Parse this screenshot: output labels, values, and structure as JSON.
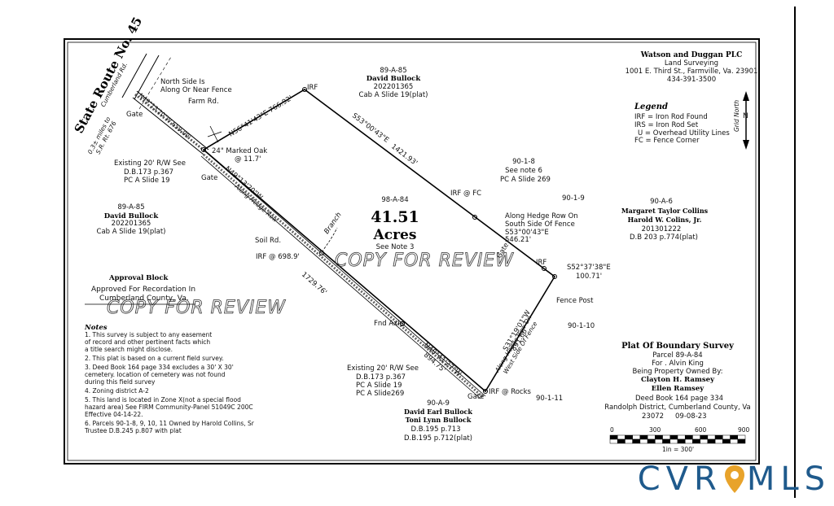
{
  "firm": {
    "name": "Watson and Duggan PLC",
    "line1": "Land Surveying",
    "line2": "1001 E. Third St., Farmville, Va. 23901",
    "phone": "434-391-3500"
  },
  "legend": {
    "title": "Legend",
    "items": [
      "IRF = Iron Rod Found",
      "IRS = Iron Rod Set",
      "U = Overhead Utility Lines",
      "FC = Fence Corner"
    ]
  },
  "north": {
    "label": "Grid North",
    "n": "N"
  },
  "parcel": {
    "acres": "41.51",
    "acres_label": "Acres",
    "id": "98-A-84",
    "note": "See Note 3"
  },
  "road": {
    "name": "State Route No. 45",
    "alias": "Cumberland Rd.",
    "dist": "0.3± miles to",
    "dist2": "S.R. Rt. 676"
  },
  "labels": {
    "north_side": "North Side Is",
    "north_side2": "Along Or Near Fence",
    "farm_rd": "Farm Rd.",
    "gate1": "Gate",
    "gate2": "Gate",
    "gate3": "Gate",
    "gate4": "Gate",
    "oak1": "24\" Marked Oak",
    "oak2": "@ 11.7'",
    "rw1": "Existing 20' R/W See",
    "rw2": "D.B.173 p.367",
    "rw3": "PC A Slide 19",
    "irf_top": "IRF",
    "irf_fc": "IRF @ FC",
    "irf_right": "IRF",
    "irf_rocks": "IRF @ Rocks",
    "irf_698": "IRF @ 698.9'",
    "soil_rd": "Soil Rd.",
    "branch": "Branch",
    "along_hedge": "Along Hedge Row",
    "fnd_axle": "Fnd Axle",
    "fence_post": "Fence Post",
    "hedge_s1": "Along Hedge Row On",
    "hedge_s2": "South Side Of Fence",
    "hedge_s3": "S53°00'43\"E",
    "hedge_s4": "546.21'",
    "hedge_w1": "Along Hedge Row On",
    "hedge_w2": "West Side Of Fence",
    "rw_b1": "Existing 20' R/W See",
    "rw_b2": "D.B.173 p.367",
    "rw_b3": "PC A Slide 19",
    "rw_b4": "PC A Slide269"
  },
  "bearings": {
    "b1": "N56°41'43\"E  766.92'",
    "b2": "S53°00'43\"E",
    "b3": "1421.93'",
    "b4": "N49°13'20\"W",
    "b5": "1729.76'",
    "b6": "N48°41'27\"W",
    "b7": "894.75'",
    "b8": "S31°19'01\"W",
    "b9": "891.66'",
    "b10": "S52°37'38\"E",
    "b11": "100.71'",
    "b12": "N49°13'20\"W  659.00'"
  },
  "adjoiners": {
    "top": {
      "id": "89-A-85",
      "name": "David Bullock",
      "num": "202201365",
      "ref": "Cab A Slide 19(plat)"
    },
    "left": {
      "id": "89-A-85",
      "name": "David Bullock",
      "num": "202201365",
      "ref": "Cab A Slide 19(plat)"
    },
    "r1": {
      "id": "90-1-8",
      "l1": "See note 6",
      "l2": "PC A Slide 269"
    },
    "r2": {
      "id": "90-1-9"
    },
    "r3": {
      "id": "90-A-6",
      "n1": "Margaret Taylor Collins",
      "n2": "Harold W. Colins, Jr.",
      "num": "201301222",
      "ref": "D.B 203 p.774(plat)"
    },
    "r4": {
      "id": "90-1-10"
    },
    "r5": {
      "id": "90-1-11"
    },
    "bottom": {
      "id": "90-A-9",
      "n1": "David Earl Bullock",
      "n2": "Toni Lynn Bullock",
      "r1": "D.B.195 p.713",
      "r2": "D.B.195 p.712(plat)"
    }
  },
  "approval": {
    "title": "Approval Block",
    "l1": "Approved For Recordation In",
    "l2": "Cumberland County, Va."
  },
  "watermark": "COPY FOR REVIEW",
  "notes": {
    "title": "Notes",
    "lines": [
      "1. This survey is subject to any easement",
      "   of record and other pertinent facts which",
      "   a title search might disclose.",
      "2. This plat is based on a current field survey.",
      "3. Deed Book 164 page 334 excludes a 30' X 30'",
      "   cemetery. location of cemetery was not found",
      "   during this field survey",
      "4. Zoning district A-2",
      "5. This land is located in Zone X(not a special flood",
      "   hazard area) See FIRM Community-Panel 51049C 200C",
      "   Effective 04-14-22.",
      "6. Parcels 90-1-8, 9, 10, 11 Owned by Harold Collins, Sr",
      "   Trustee  D.B.245 p.807 with plat"
    ]
  },
  "title_block": {
    "title": "Plat Of Boundary Survey",
    "parcel": "Parcel 89-A-84",
    "for": "For . Alvin King",
    "owned": "Being Property Owned By:",
    "o1": "Clayton H. Ramsey",
    "o2": "Ellen Ramsey",
    "deed": "Deed Book 164 page 334",
    "district": "Randolph  District, Cumberland County, Va",
    "zip": "23072",
    "date": "09-08-23"
  },
  "scale": {
    "ticks": [
      "0",
      "300",
      "600",
      "900"
    ],
    "ratio": "1in = 300'"
  },
  "logo": {
    "left": "CVR",
    "right": "MLS"
  }
}
